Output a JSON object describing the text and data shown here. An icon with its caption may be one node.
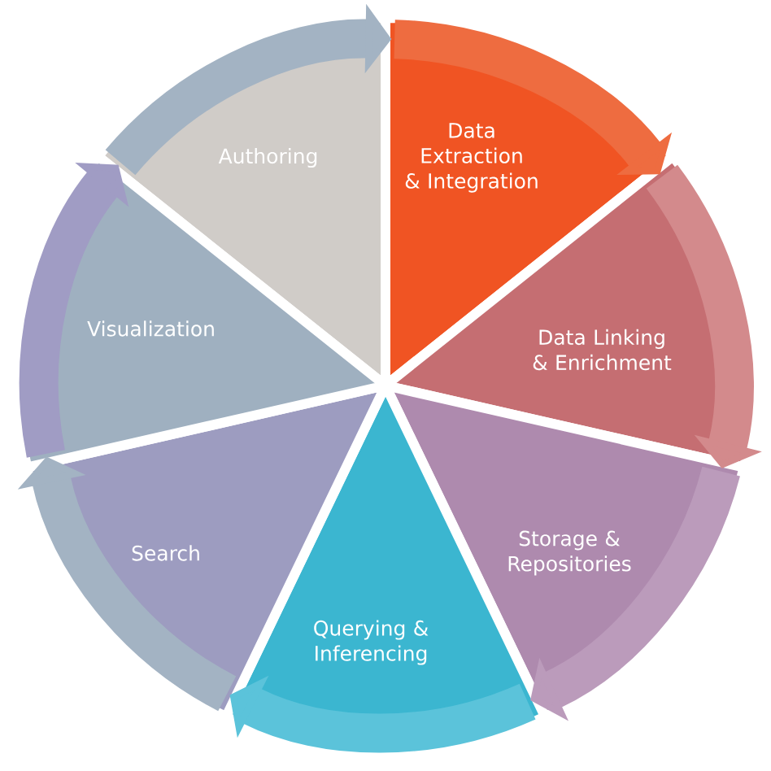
{
  "diagram": {
    "nodes": [
      {
        "text": [
          "Authoring"
        ]
      },
      {
        "text": [
          "Data Extraction & Integration"
        ]
      },
      {
        "text": [
          "Data Linking & Enrichment"
        ]
      },
      {
        "text": [
          "Storage & Repositories"
        ]
      },
      {
        "text": [
          "Querying & Inferencing"
        ]
      },
      {
        "text": [
          "Search"
        ]
      },
      {
        "text": [
          "Visualization"
        ]
      }
    ],
    "edges": [
      {
        "from": 0,
        "to": 1,
        "arrow": "to",
        "color": "#a3b3c3"
      },
      {
        "from": 1,
        "to": 2,
        "arrow": "to",
        "color": "#ee6c40"
      },
      {
        "from": 2,
        "to": 3,
        "arrow": "to",
        "color": "#d38a8c"
      },
      {
        "from": 3,
        "to": 4,
        "arrow": "to",
        "color": "#bb9bbb"
      },
      {
        "from": 4,
        "to": 5,
        "arrow": "to",
        "color": "#5bc3da"
      },
      {
        "from": 5,
        "to": 6,
        "arrow": "to",
        "color": "#a3b3c3"
      },
      {
        "from": 6,
        "to": 0,
        "arrow": "to",
        "color": "#a09cc4"
      }
    ]
  }
}
